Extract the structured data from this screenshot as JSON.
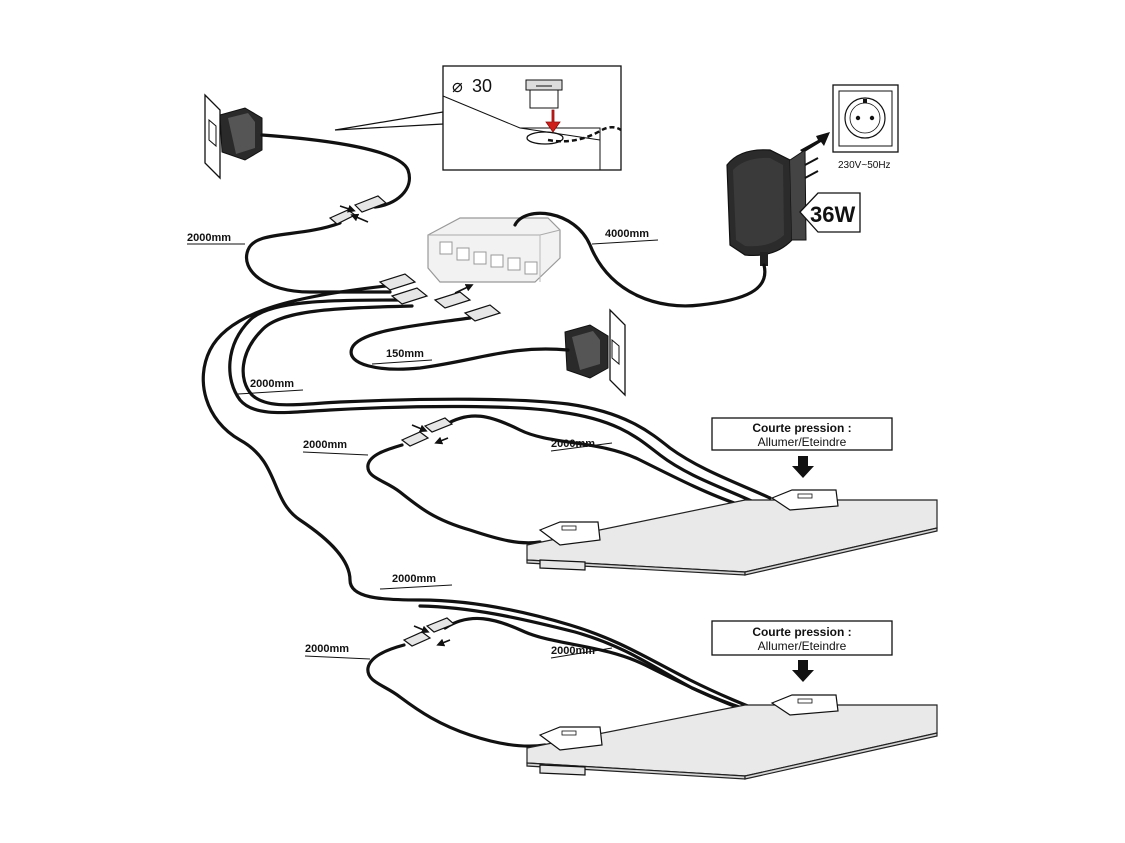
{
  "cable_labels": {
    "top_left": "2000mm",
    "hub_power": "4000mm",
    "short": "150mm",
    "middle_left": "2000mm",
    "shelf1_left": "2000mm",
    "shelf1_right": "2000mm",
    "lower_long": "2000mm",
    "shelf2_left": "2000mm",
    "shelf2_right": "2000mm"
  },
  "detail": {
    "hole_diameter": "30",
    "diameter_symbol": "⌀"
  },
  "power": {
    "wattage": "36W",
    "mains": "230V~50Hz"
  },
  "callouts": [
    {
      "title": "Courte pression :",
      "subtitle": "Allumer/Eteindre"
    },
    {
      "title": "Courte pression :",
      "subtitle": "Allumer/Eteindre"
    }
  ],
  "colors": {
    "arrow_accent": "#d0201c",
    "line": "#111111",
    "shelf": "#e9e9e9"
  }
}
